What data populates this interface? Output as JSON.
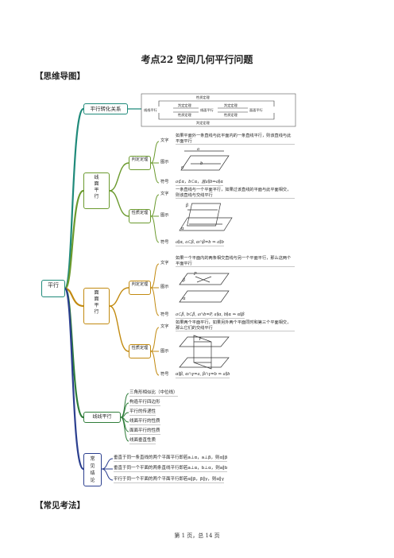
{
  "doc": {
    "title": "考点22 空间几何平行问题",
    "section_mindmap": "【思维导图】",
    "section_methods": "【常见考法】",
    "footer": "第 1 页，总 14 页"
  },
  "mindmap": {
    "root": "平行",
    "transform": {
      "label": "平行转化关系",
      "top": "性质定理",
      "node1": "线线平行",
      "j1_top": "判定定理",
      "j1_bot": "性质定理",
      "node2": "线面平行",
      "j2_top": "判定定理",
      "j2_bot": "性质定理",
      "node3": "面面平行",
      "bottom": "判定定理"
    },
    "line_plane": {
      "label": "线面平行",
      "judge": "判定定理",
      "judge_text_label": "文字",
      "judge_text": "如果平面外一条直线与此平面内的一条直线平行，则该直线与此平面平行",
      "judge_fig_label": "图示",
      "judge_sym_label": "符号",
      "judge_sym": "a⊄α，b⊂α，且a∥b⇒a∥α",
      "prop": "性质定理",
      "prop_text_label": "文字",
      "prop_text": "一条直线与一个平面平行，如果过该直线的平面与此平面相交，则该直线与交线平行",
      "prop_fig_label": "图示",
      "prop_sym_label": "符号",
      "prop_sym": "a∥α, a⊂β, α∩β=b ⇒ a∥b"
    },
    "plane_plane": {
      "label": "面面平行",
      "judge": "判定定理",
      "judge_text_label": "文字",
      "judge_text": "如果一个平面内的两条相交直线与另一个平面平行，那么这两个平面平行",
      "judge_fig_label": "图示",
      "judge_sym_label": "符号",
      "judge_sym": "a⊂β, b⊂β, a∩b=P, a∥α, b∥α ⇒ α∥β",
      "prop": "性质定理",
      "prop_text_label": "文字",
      "prop_text": "如果两个平面平行，如果另外两个平面同时和第三个平面相交，那么它们的交线平行",
      "prop_fig_label": "图示",
      "prop_sym_label": "符号",
      "prop_sym": "α∥β, α∩γ=a, β∩γ=b ⇒ a∥b"
    },
    "line_line": {
      "label": "线线平行",
      "items": [
        "三角形相似比（中位线）",
        "构造平行四边形",
        "平行的传递性",
        "线面平行的性质",
        "面面平行的性质",
        "线面垂直性质"
      ]
    },
    "common": {
      "label": "常见结论",
      "items": [
        "垂直于同一条直线的两个平面平行即若a⊥α，a⊥β，则α∥β",
        "垂直于同一个平面的两条直线平行即若a⊥α，b⊥α，则a∥b",
        "平行于同一个平面的两个平面平行即若α∥β，β∥γ，则α∥γ"
      ]
    },
    "fig": {
      "a": "a",
      "b": "b",
      "alpha": "α",
      "beta": "β",
      "gamma": "γ",
      "p": "P"
    },
    "colors": {
      "teal": "#1f8a7a",
      "green": "#6b9a2e",
      "gold": "#c28a10",
      "darkgreen": "#2f7d3a",
      "navy": "#2b3f8f"
    }
  }
}
